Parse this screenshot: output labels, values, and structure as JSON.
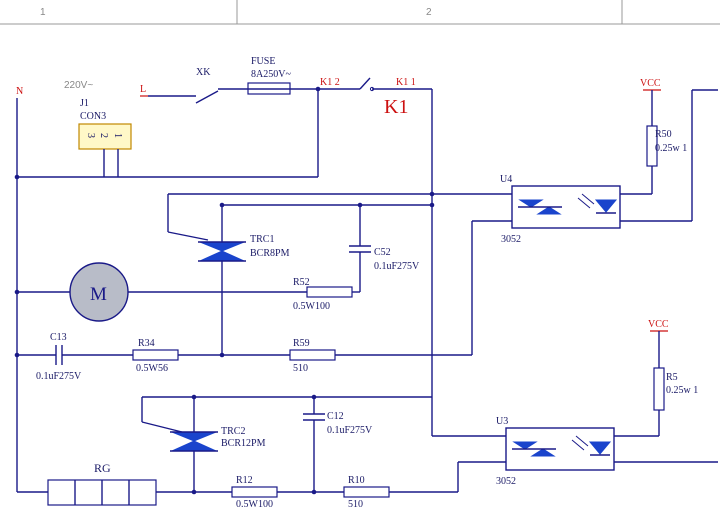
{
  "frame": {
    "col1": "1",
    "col2": "2"
  },
  "power": {
    "neutral": "N",
    "line": "L",
    "voltage": "220V~"
  },
  "connector": {
    "ref": "J1",
    "type": "CON3",
    "pins": [
      "3",
      "2",
      "1"
    ]
  },
  "switch": {
    "ref": "XK"
  },
  "fuse": {
    "ref": "FUSE",
    "rating": "8A250V~"
  },
  "relay": {
    "ref": "K1",
    "pin2": "K1  2",
    "pin1": "K1  1"
  },
  "motor": {
    "label": "M"
  },
  "triac1": {
    "ref": "TRC1",
    "part": "BCR8PM"
  },
  "triac2": {
    "ref": "TRC2",
    "part": "BCR12PM"
  },
  "c52": {
    "ref": "C52",
    "value": "0.1uF275V"
  },
  "c13": {
    "ref": "C13",
    "value": "0.1uF275V"
  },
  "c12": {
    "ref": "C12",
    "value": "0.1uF275V"
  },
  "r52": {
    "ref": "R52",
    "value": "0.5W100"
  },
  "r34": {
    "ref": "R34",
    "value": "0.5W56"
  },
  "r59": {
    "ref": "R59",
    "value": "510"
  },
  "r12": {
    "ref": "R12",
    "value": "0.5W100"
  },
  "r10": {
    "ref": "R10",
    "value": "510"
  },
  "r50": {
    "ref": "R50",
    "value": "0.25w 1"
  },
  "r5": {
    "ref": "R5",
    "value": "0.25w 1"
  },
  "u4": {
    "ref": "U4",
    "part": "3052"
  },
  "u3": {
    "ref": "U3",
    "part": "3052"
  },
  "vcc": "VCC",
  "heater": {
    "ref": "RG"
  }
}
